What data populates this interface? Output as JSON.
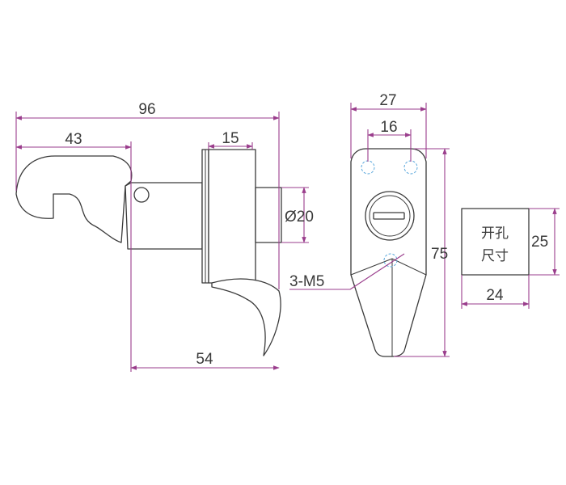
{
  "colors": {
    "outline": "#3a3a3a",
    "dimension": "#9a3d8c",
    "hidden_hole": "#5ba8dc"
  },
  "side_view": {
    "overall_length": "96",
    "hook_length": "43",
    "flange_thickness": "15",
    "shaft_diameter": "Ø20",
    "base_length": "54"
  },
  "front_view": {
    "width": "27",
    "hole_spacing": "16",
    "height": "75",
    "thread_callout": "3-M5"
  },
  "cutout": {
    "label_line1": "开孔",
    "label_line2": "尺寸",
    "height": "25",
    "width": "24"
  }
}
